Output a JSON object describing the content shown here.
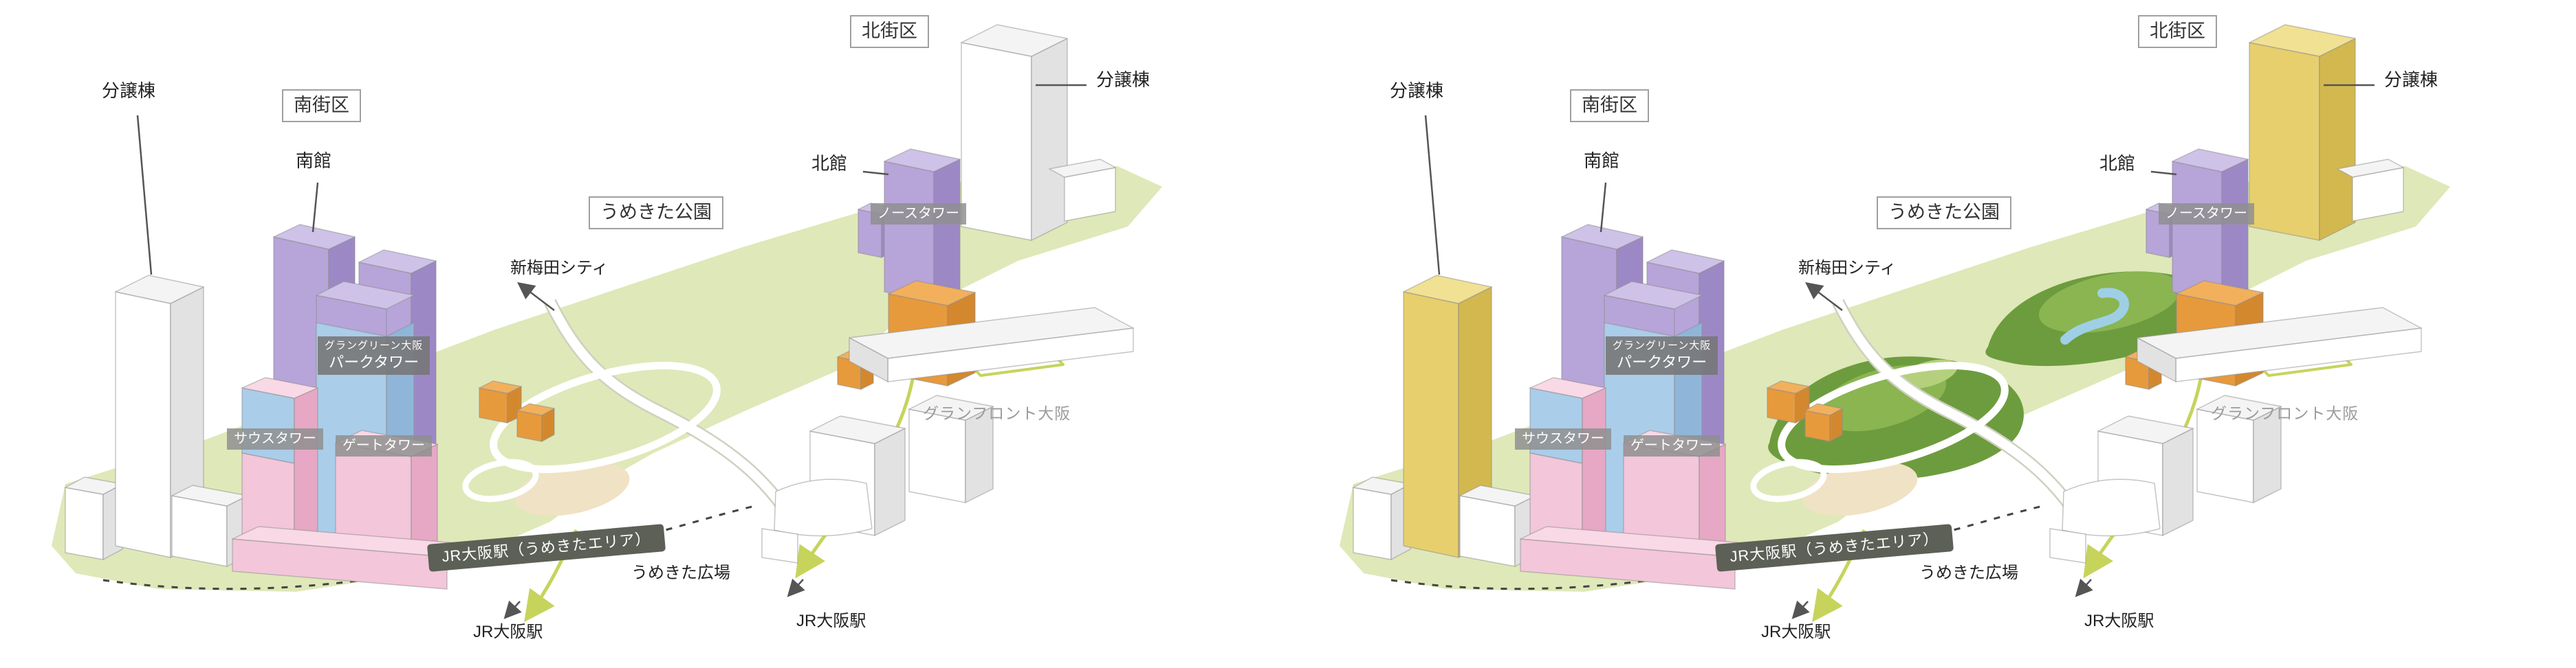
{
  "page": {
    "background": "#ffffff",
    "description_labels_language": "ja"
  },
  "panels": [
    {
      "name": "site-diagram-left",
      "variant": "base"
    },
    {
      "name": "site-diagram-right",
      "variant": "park-highlighted"
    }
  ],
  "labels": {
    "north_district": "北街区",
    "south_district": "南街区",
    "condo_building": "分譲棟",
    "south_hall": "南館",
    "north_hall": "北館",
    "umekita_park": "うめきた公園",
    "shin_umeda_city": "新梅田シティ",
    "park_tower_brand": "グラングリーン大阪",
    "park_tower": "パークタワー",
    "south_tower": "サウスタワー",
    "gate_tower": "ゲートタワー",
    "north_tower": "ノースタワー",
    "grand_front_osaka": "グランフロント大阪",
    "jr_osaka_umekita": "JR大阪駅（うめきたエリア）",
    "umekita_square": "うめきた広場",
    "jr_osaka": "JR大阪駅"
  },
  "colors": {
    "ink": "#555555",
    "ground": "#dfe8b8",
    "parkDark": "#6d9c3e",
    "parkMid": "#8ab551",
    "parkLight": "#b4d07c",
    "pond": "#9fcfe4",
    "rail": "#c6d45c",
    "road": "#ffffff",
    "roadEdge": "#cfd0c0",
    "purpleFront": "#b7a4d9",
    "purpleSide": "#9d88c6",
    "purpleTop": "#cfc2e8",
    "blueFront": "#aacdea",
    "blueSide": "#8fb6d9",
    "pinkFront": "#f3c6da",
    "pinkSide": "#e6a8c4",
    "pinkTop": "#f9d9e6",
    "orangeFront": "#e79a3c",
    "orangeSide": "#d4882e",
    "orangeTop": "#f2b05c",
    "whiteFront": "#ffffff",
    "whiteSide": "#e2e2e2",
    "whiteTop": "#f4f4f4",
    "yellowFront": "#e7cf6e",
    "yellowSide": "#d2b84f",
    "yellowTop": "#f1e193",
    "stroke": "#8c8c8c80",
    "sand": "#f0e2c4",
    "tagBg": "#8f8f8fd9",
    "tagDark": "#787878e6",
    "jrBand": "#5c6056",
    "labelBorder": "#a0a0a0",
    "grayText": "#9b9b9b"
  }
}
